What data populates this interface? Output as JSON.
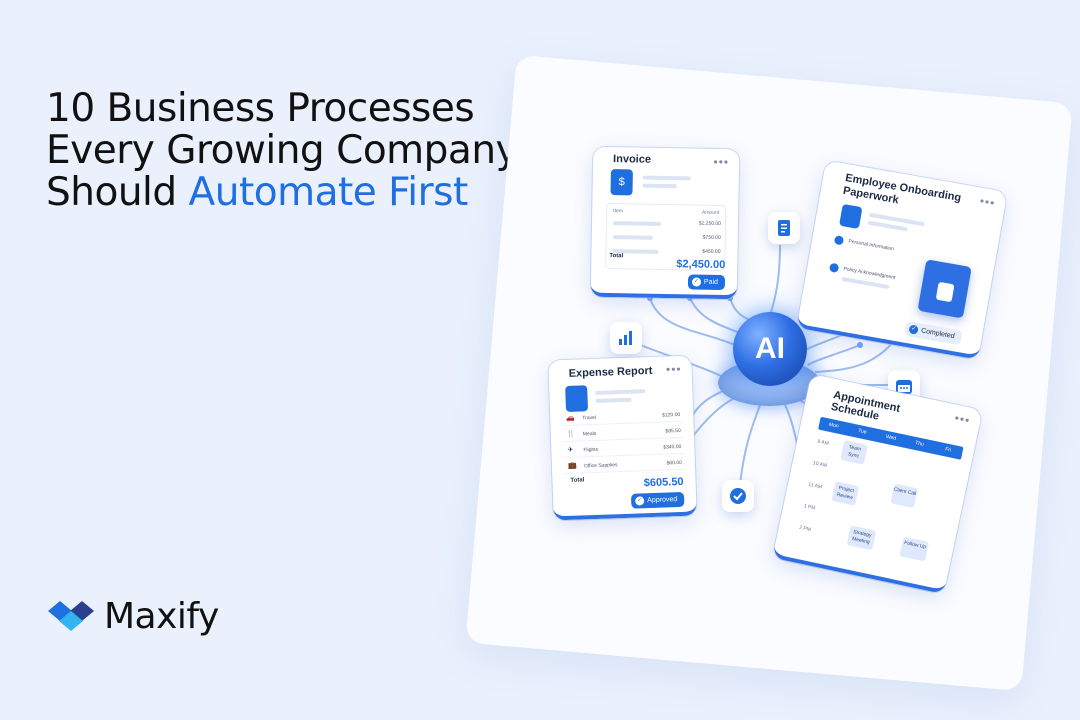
{
  "headline": {
    "line1": "10 Business Processes",
    "line2": "Every Growing Company",
    "line3_prefix": "Should ",
    "line3_accent": "Automate First"
  },
  "brand": {
    "name": "Maxify",
    "accent_color": "#1f6fe0"
  },
  "hub": {
    "label": "AI"
  },
  "invoice": {
    "title": "Invoice",
    "col_item": "Item",
    "col_amount": "Amount",
    "amounts": [
      "$1,250.00",
      "$750.00",
      "$450.00"
    ],
    "total_label": "Total",
    "total": "$2,450.00",
    "status": "Paid"
  },
  "onboarding": {
    "title": "Employee Onboarding Paperwork",
    "items": [
      "Personal Information",
      "Policy Acknowledgment"
    ],
    "status": "Completed"
  },
  "expense": {
    "title": "Expense Report",
    "rows": [
      {
        "icon": "car-icon",
        "label": "Travel",
        "amount": "$120.00"
      },
      {
        "icon": "fork-knife-icon",
        "label": "Meals",
        "amount": "$85.50"
      },
      {
        "icon": "plane-icon",
        "label": "Flights",
        "amount": "$340.00"
      },
      {
        "icon": "briefcase-icon",
        "label": "Office Supplies",
        "amount": "$60.00"
      }
    ],
    "total_label": "Total",
    "total": "$605.50",
    "status": "Approved"
  },
  "schedule": {
    "title": "Appointment Schedule",
    "days": [
      "Mon",
      "Tue",
      "Wed",
      "Thu",
      "Fri"
    ],
    "times": [
      "9 AM",
      "10 AM",
      "11 AM",
      "1 PM",
      "2 PM"
    ],
    "events": [
      "Team Sync",
      "Client Call",
      "Project Review",
      "Strategy Meeting",
      "Follow Up"
    ]
  },
  "nodes": [
    "document-icon",
    "bar-chart-icon",
    "calendar-icon",
    "checkmark-icon"
  ]
}
